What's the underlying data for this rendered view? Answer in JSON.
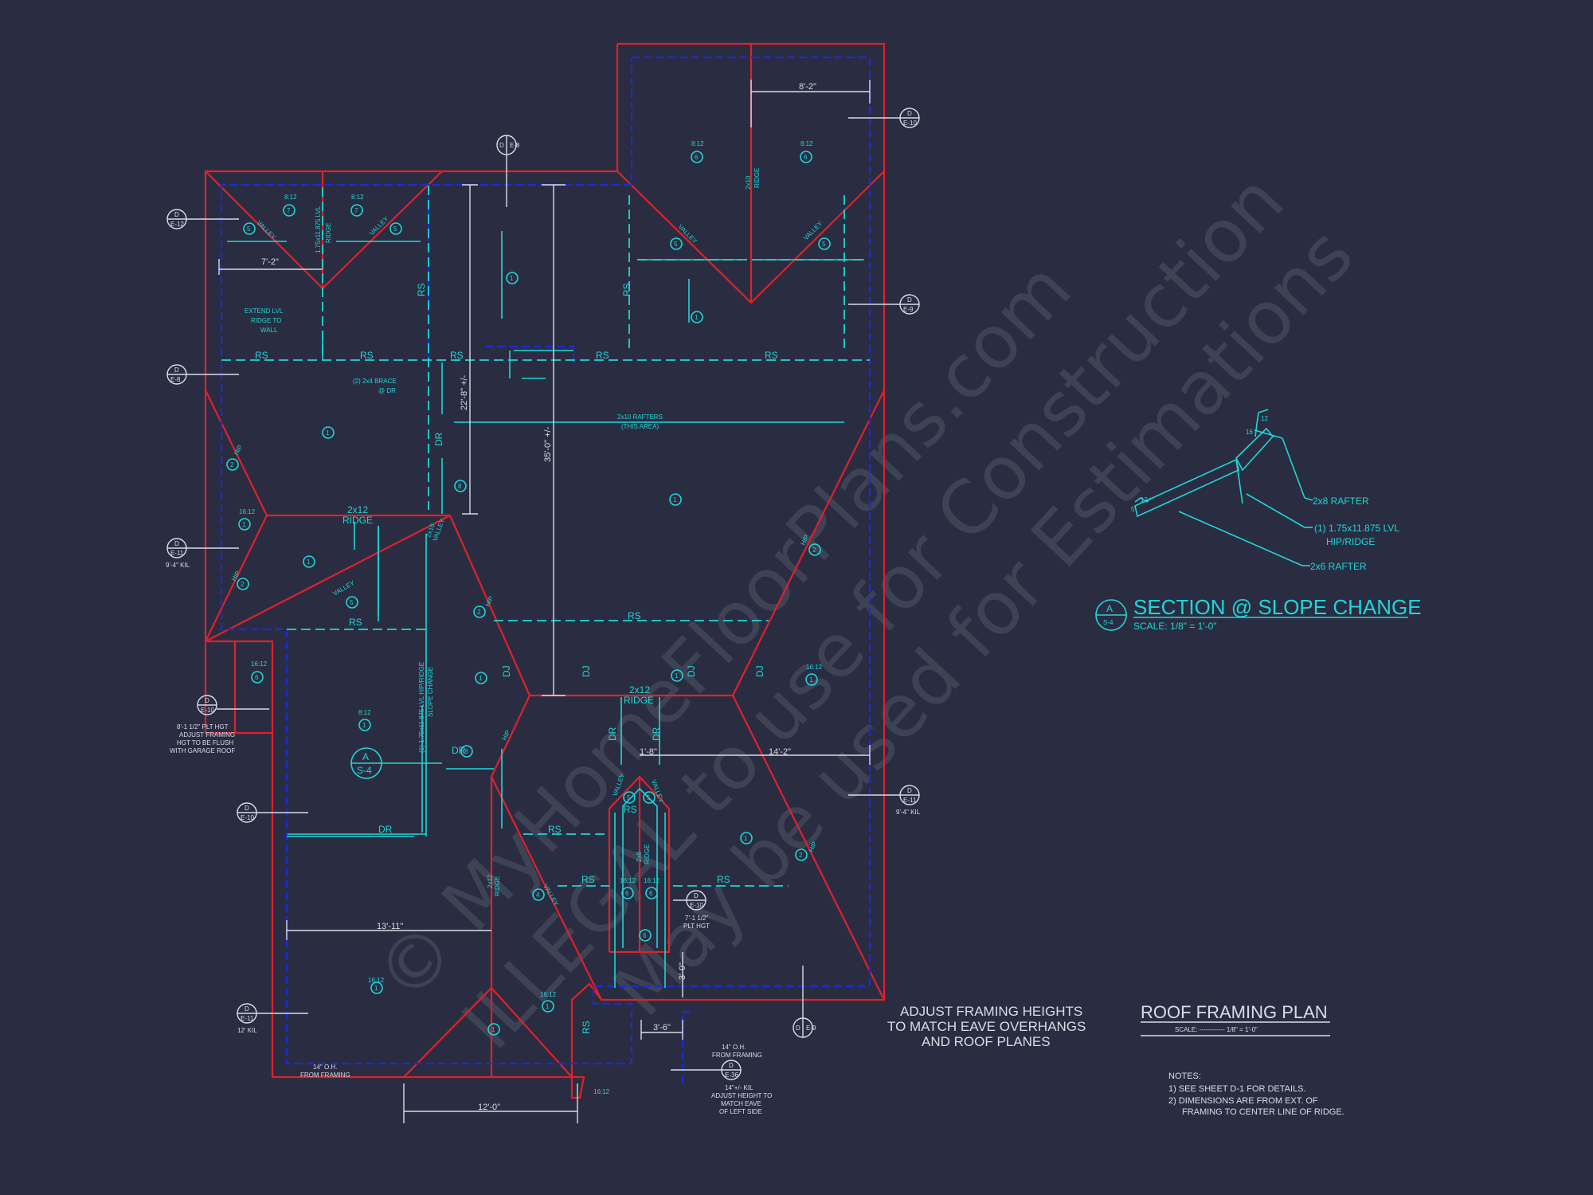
{
  "watermark": {
    "line1": "© MyHomeFloorPlans.com",
    "line2": "ILLEGAL to use for Construction",
    "line3": "May be used for Estimations"
  },
  "title_block": {
    "title": "ROOF FRAMING PLAN",
    "scale": "SCALE: ------------ 1/8\" = 1'-0\"",
    "notes_title": "NOTES:",
    "note1": "1)  SEE SHEET D-1 FOR DETAILS.",
    "note2a": "2)  DIMENSIONS ARE FROM EXT. OF",
    "note2b": "FRAMING TO CENTER LINE OF RIDGE."
  },
  "adjust_note": {
    "line1": "ADJUST FRAMING HEIGHTS",
    "line2": "TO MATCH EAVE OVERHANGS",
    "line3": "AND ROOF PLANES"
  },
  "section_detail": {
    "title": "SECTION @ SLOPE CHANGE",
    "scale": "SCALE: 1/8\" = 1'-0\"",
    "tag_top": "A",
    "tag_bottom": "S-4",
    "label_2x8": "2x8 RAFTER",
    "label_lvl1": "(1) 1.75x11.875 LVL",
    "label_lvl2": "HIP/RIDGE",
    "label_2x6": "2x6 RAFTER",
    "pitch_12a": "12",
    "pitch_16": "16",
    "pitch_12b": "12",
    "pitch_5": "5"
  },
  "dimensions": {
    "d_8_2": "8'-2\"",
    "d_7_2": "7'-2\"",
    "d_22_8": "22'-8\" +/-",
    "d_35_0": "35'-0\" +/-",
    "d_1_8": "1'-8\"",
    "d_14_2": "14'-2\"",
    "d_13_11": "13'-11\"",
    "d_3_6": "3'-6\"",
    "d_3_0": "3'-0\"",
    "d_12_0": "12'-0\""
  },
  "labels": {
    "rs": "RS",
    "dr": "DR",
    "dj": "DJ",
    "hip": "HIP",
    "valley": "VALLEY",
    "ridge": "RIDGE",
    "r2x10": "2x10",
    "r2x12": "2x12",
    "r2x8": "2x8",
    "lvl_ridge_a": "1.75x11.875 LVL",
    "lvl_ridge_b": "RIDGE",
    "extend1": "EXTEND LVL",
    "extend2": "RIDGE TO",
    "extend3": "WALL",
    "brace1": "(2) 2x4 BRACE",
    "brace2": "@ DR",
    "rafters1": "2x10 RAFTERS",
    "rafters2": "(THIS AREA)",
    "hipridge": "(1) 1.75x11.875 LVL HIP/RIDGE",
    "slopechange": "SLOPE CHANGE",
    "p8_12": "8:12",
    "p16_12": "16:12",
    "sec_a": "A",
    "sec_s4": "S-4"
  },
  "callouts": {
    "c1": "8'-1 1/2\" PLT HGT",
    "c2": "ADJUST FRAMING",
    "c3": "HGT TO BE FLUSH",
    "c4": "WITH GARAGE ROOF",
    "c5": "9'-4\" KIL",
    "c6": "12' KIL",
    "c7": "14\" O.H.",
    "c8": "FROM FRAMING",
    "c9": "14\"+/- KIL",
    "c10": "ADJUST HEIGHT TO",
    "c11": "MATCH EAVE",
    "c12": "OF LEFT SIDE",
    "c13": "7'-1 1/2\"",
    "c14": "PLT HGT",
    "tag_d": "D",
    "tag_e10": "E-10",
    "tag_e11": "E-11",
    "tag_e8": "E-8",
    "tag_e9": "E-9",
    "tag_e36": "E-36",
    "tag_e12": "E-12"
  },
  "rafter_marks": [
    "1",
    "2",
    "4",
    "5",
    "6",
    "7",
    "8"
  ]
}
